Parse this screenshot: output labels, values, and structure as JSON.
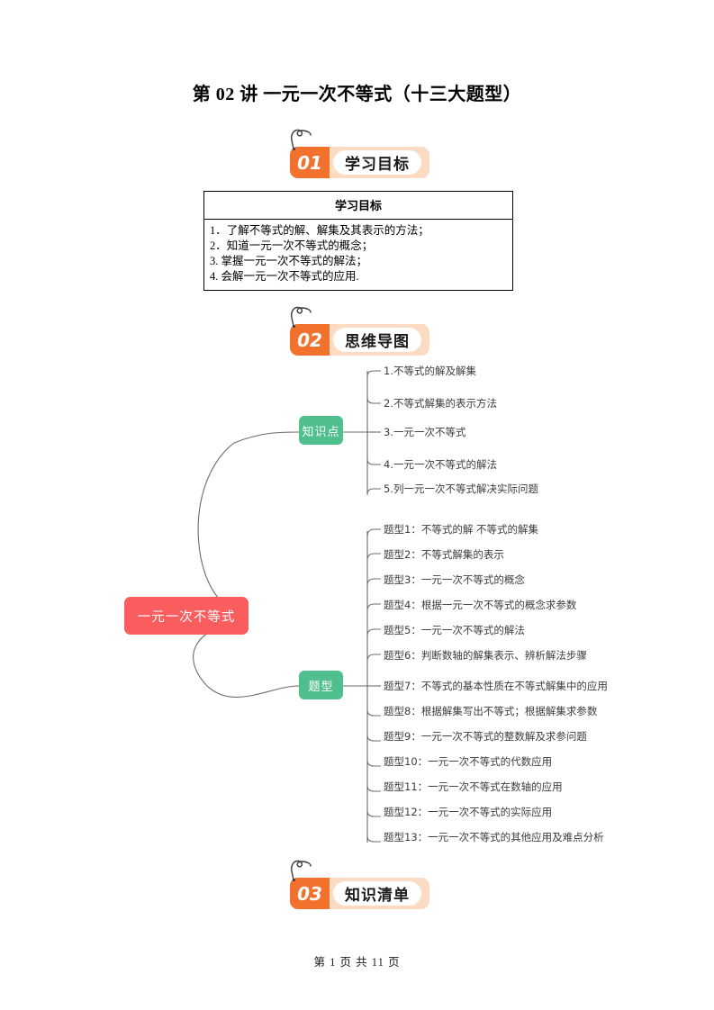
{
  "document": {
    "title": "第 02 讲 一元一次不等式（十三大题型）",
    "footer": "第 1 页 共 11 页"
  },
  "colors": {
    "badge_orange": "#f2712d",
    "badge_peach": "#fbdcc2",
    "node_red": "#f95d5d",
    "node_green": "#4fc08d",
    "connector": "#6b6b6b",
    "leaf_text": "#3c3c3c"
  },
  "sections": [
    {
      "number": "01",
      "label": "学习目标"
    },
    {
      "number": "02",
      "label": "思维导图"
    },
    {
      "number": "03",
      "label": "知识清单"
    }
  ],
  "objectives": {
    "header": "学习目标",
    "items": [
      "1．了解不等式的解、解集及其表示的方法；",
      "2．知道一元一次不等式的概念；",
      "3. 掌握一元一次不等式的解法；",
      "4. 会解一元一次不等式的应用."
    ]
  },
  "mindmap": {
    "root": "一元一次不等式",
    "branches": [
      {
        "title": "知识点",
        "leaves": [
          "1.不等式的解及解集",
          "2.不等式解集的表示方法",
          "3.一元一次不等式",
          "4.一元一次不等式的解法",
          "5.列一元一次不等式解决实际问题"
        ]
      },
      {
        "title": "题型",
        "leaves": [
          "题型1：不等式的解 不等式的解集",
          "题型2：不等式解集的表示",
          "题型3：一元一次不等式的概念",
          "题型4：根据一元一次不等式的概念求参数",
          "题型5：一元一次不等式的解法",
          "题型6：判断数轴的解集表示、辨析解法步骤",
          "题型7：不等式的基本性质在不等式解集中的应用",
          "题型8：根据解集写出不等式；根据解集求参数",
          "题型9：一元一次不等式的整数解及求参问题",
          "题型10：一元一次不等式的代数应用",
          "题型11：一元一次不等式在数轴的应用",
          "题型12：一元一次不等式的实际应用",
          "题型13：一元一次不等式的其他应用及难点分析"
        ]
      }
    ]
  }
}
